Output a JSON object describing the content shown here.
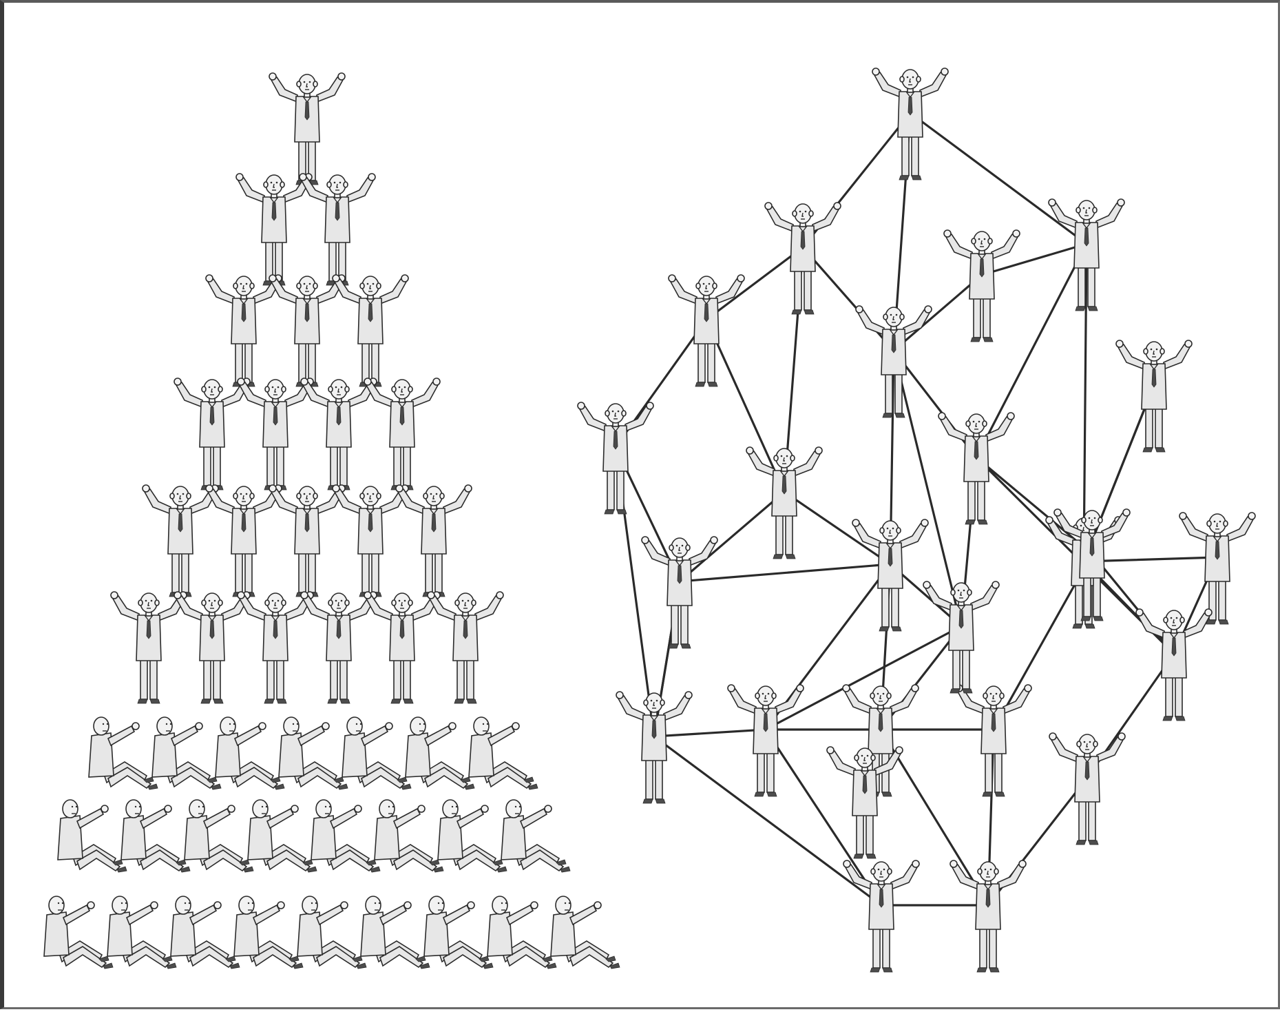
{
  "figure": {
    "panels": [
      {
        "id": "hierarchy",
        "kind": "human-pyramid",
        "standing_rows": [
          1,
          2,
          3,
          4,
          5,
          6
        ],
        "seated_rows": [
          7,
          8,
          9
        ]
      },
      {
        "id": "network",
        "kind": "connected-network",
        "node_count": 25
      }
    ],
    "colors": {
      "background": "#ffffff",
      "line": "#2a2a2a",
      "figure_fill": "#e7e7e7",
      "frame": "#3a3a3a"
    },
    "icons": [
      "standing-person-arms-raised-icon",
      "seated-person-reaching-icon",
      "connection-line"
    ]
  }
}
